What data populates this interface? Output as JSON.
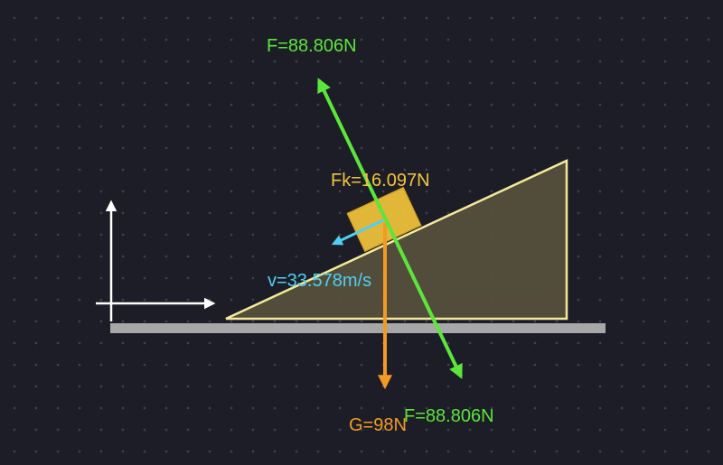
{
  "colors": {
    "background": "#1c1d27",
    "ground": "#a7a7a7",
    "incline_fill": "#55503b",
    "incline_stroke": "#f4ea9a",
    "block_fill": "#f2c43c",
    "axes": "#ffffff",
    "force_f": "#5ce53a",
    "gravity": "#f29b24",
    "friction": "#f2c43c",
    "velocity": "#4fcff4"
  },
  "labels": {
    "force_top": "F=88.806N",
    "force_bottom": "F=88.806N",
    "friction": "Fk=16.097N",
    "velocity": "v=33.578m/s",
    "gravity": "G=98N"
  },
  "icons": {
    "axes": "xy-axes-icon"
  }
}
